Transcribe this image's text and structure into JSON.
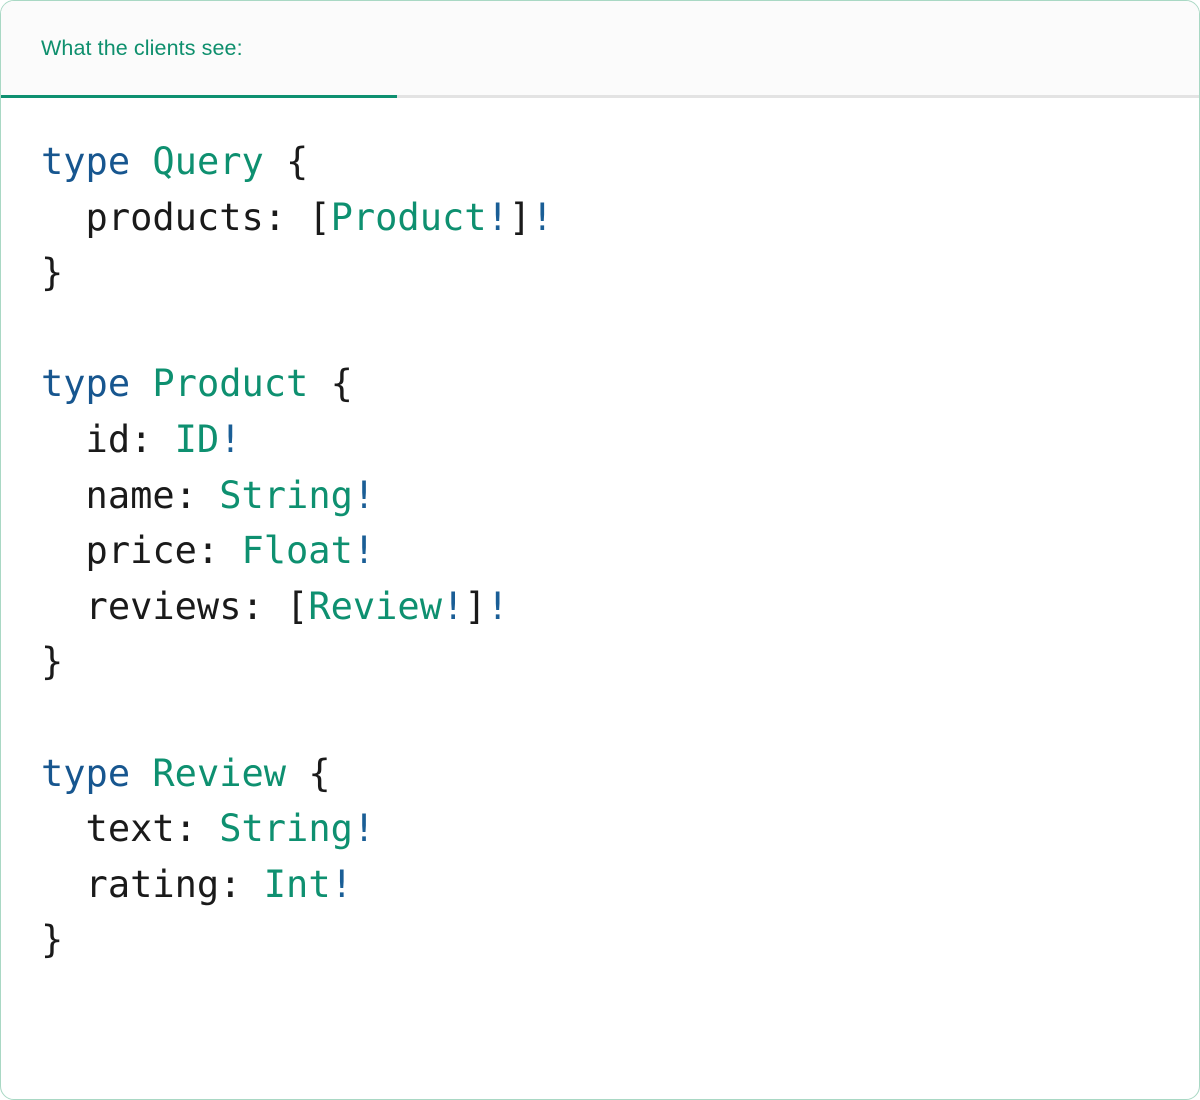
{
  "card": {
    "border_color": "#a9d8c4",
    "background": "#ffffff"
  },
  "header": {
    "tab_label": "What the clients see:",
    "active_underline_color": "#0e9070",
    "strip_background": "#fbfbfb",
    "divider_color": "#e3e3e3",
    "label_color": "#0e8f6d"
  },
  "theme": {
    "keyword_color": "#17568f",
    "typename_color": "#0e9070",
    "punctuation_color": "#1a1a1a",
    "bang_color": "#1a5e96",
    "bracket_color": "#1a1a1a"
  },
  "code": {
    "language": "graphql",
    "raw": "type Query {\n  products: [Product!]!\n}\n\ntype Product {\n  id: ID!\n  name: String!\n  price: Float!\n  reviews: [Review!]!\n}\n\ntype Review {\n  text: String!\n  rating: Int!\n}",
    "lines": [
      "type Query {",
      "  products: [Product!]!",
      "}",
      "",
      "type Product {",
      "  id: ID!",
      "  name: String!",
      "  price: Float!",
      "  reviews: [Review!]!",
      "}",
      "",
      "type Review {",
      "  text: String!",
      "  rating: Int!",
      "}"
    ],
    "tokens": [
      [
        {
          "t": "type",
          "c": "kw"
        },
        {
          "t": " ",
          "c": "pn"
        },
        {
          "t": "Query",
          "c": "tn"
        },
        {
          "t": " {",
          "c": "pn"
        }
      ],
      [
        {
          "t": "  products: ",
          "c": "pn"
        },
        {
          "t": "[",
          "c": "brk"
        },
        {
          "t": "Product",
          "c": "tn"
        },
        {
          "t": "!",
          "c": "bang"
        },
        {
          "t": "]",
          "c": "brk"
        },
        {
          "t": "!",
          "c": "bang"
        }
      ],
      [
        {
          "t": "}",
          "c": "pn"
        }
      ],
      [],
      [
        {
          "t": "type",
          "c": "kw"
        },
        {
          "t": " ",
          "c": "pn"
        },
        {
          "t": "Product",
          "c": "tn"
        },
        {
          "t": " {",
          "c": "pn"
        }
      ],
      [
        {
          "t": "  id: ",
          "c": "pn"
        },
        {
          "t": "ID",
          "c": "tn"
        },
        {
          "t": "!",
          "c": "bang"
        }
      ],
      [
        {
          "t": "  name: ",
          "c": "pn"
        },
        {
          "t": "String",
          "c": "tn"
        },
        {
          "t": "!",
          "c": "bang"
        }
      ],
      [
        {
          "t": "  price: ",
          "c": "pn"
        },
        {
          "t": "Float",
          "c": "tn"
        },
        {
          "t": "!",
          "c": "bang"
        }
      ],
      [
        {
          "t": "  reviews: ",
          "c": "pn"
        },
        {
          "t": "[",
          "c": "brk"
        },
        {
          "t": "Review",
          "c": "tn"
        },
        {
          "t": "!",
          "c": "bang"
        },
        {
          "t": "]",
          "c": "brk"
        },
        {
          "t": "!",
          "c": "bang"
        }
      ],
      [
        {
          "t": "}",
          "c": "pn"
        }
      ],
      [],
      [
        {
          "t": "type",
          "c": "kw"
        },
        {
          "t": " ",
          "c": "pn"
        },
        {
          "t": "Review",
          "c": "tn"
        },
        {
          "t": " {",
          "c": "pn"
        }
      ],
      [
        {
          "t": "  text: ",
          "c": "pn"
        },
        {
          "t": "String",
          "c": "tn"
        },
        {
          "t": "!",
          "c": "bang"
        }
      ],
      [
        {
          "t": "  rating: ",
          "c": "pn"
        },
        {
          "t": "Int",
          "c": "tn"
        },
        {
          "t": "!",
          "c": "bang"
        }
      ],
      [
        {
          "t": "}",
          "c": "pn"
        }
      ]
    ]
  }
}
